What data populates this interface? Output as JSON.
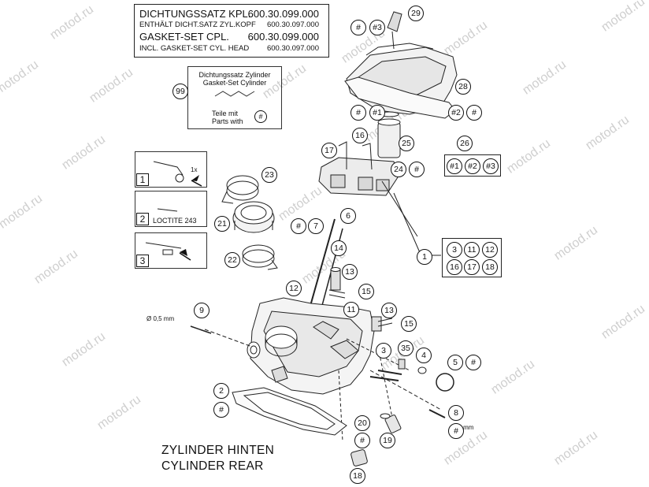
{
  "kit": {
    "line1_left": "DICHTUNGSSATZ KPL.",
    "line1_right": "600.30.099.000",
    "line2_left": "ENTHÄLT DICHT.SATZ ZYL.KOPF",
    "line2_right": "600.30.097.000",
    "line3_left": "GASKET-SET CPL.",
    "line3_right": "600.30.099.000",
    "line4_left": "INCL. GASKET-SET CYL. HEAD",
    "line4_right": "600.30.097.000"
  },
  "cylinder_set": {
    "line1": "Dichtungssatz Zylinder",
    "line2": "Gasket-Set Cylinder",
    "line3": "Teile mit",
    "line4": "Parts with",
    "mark": "#",
    "callout": "99"
  },
  "steps": {
    "s1": "1",
    "s1_note": "1x",
    "s2": "2",
    "s2_note": "LOCTITE 243",
    "s3": "3"
  },
  "measures": {
    "d05": "Ø 0,5 mm",
    "d1": "Ø 1 mm"
  },
  "footer": {
    "line1": "ZYLINDER HINTEN",
    "line2": "CYLINDER REAR"
  },
  "watermark": "motod.ru",
  "callouts": {
    "c29": "29",
    "h29": "#",
    "h3a": "#3",
    "c28": "28",
    "h27": "#",
    "h1a": "#1",
    "h2a": "#2",
    "h2b": "#",
    "c16": "16",
    "c17": "17",
    "c25": "25",
    "c24": "24",
    "h24": "#",
    "c26": "26",
    "g1": "#1",
    "g2": "#2",
    "g3": "#3",
    "c23": "23",
    "c21": "21",
    "c22": "22",
    "h7a": "#",
    "c7": "7",
    "c6": "6",
    "c14": "14",
    "c13a": "13",
    "c15a": "15",
    "c1": "1",
    "b3": "3",
    "b11": "11",
    "b12": "12",
    "b16": "16",
    "b17": "17",
    "b18": "18",
    "c12": "12",
    "c11": "11",
    "c9": "9",
    "c13b": "13",
    "c15b": "15",
    "c3": "3",
    "c35": "35",
    "c4": "4",
    "c5": "5",
    "h5": "#",
    "c2": "2",
    "h2": "#",
    "c8": "8",
    "h8": "#",
    "c20": "20",
    "h20": "#",
    "c19": "19",
    "c18": "18"
  }
}
